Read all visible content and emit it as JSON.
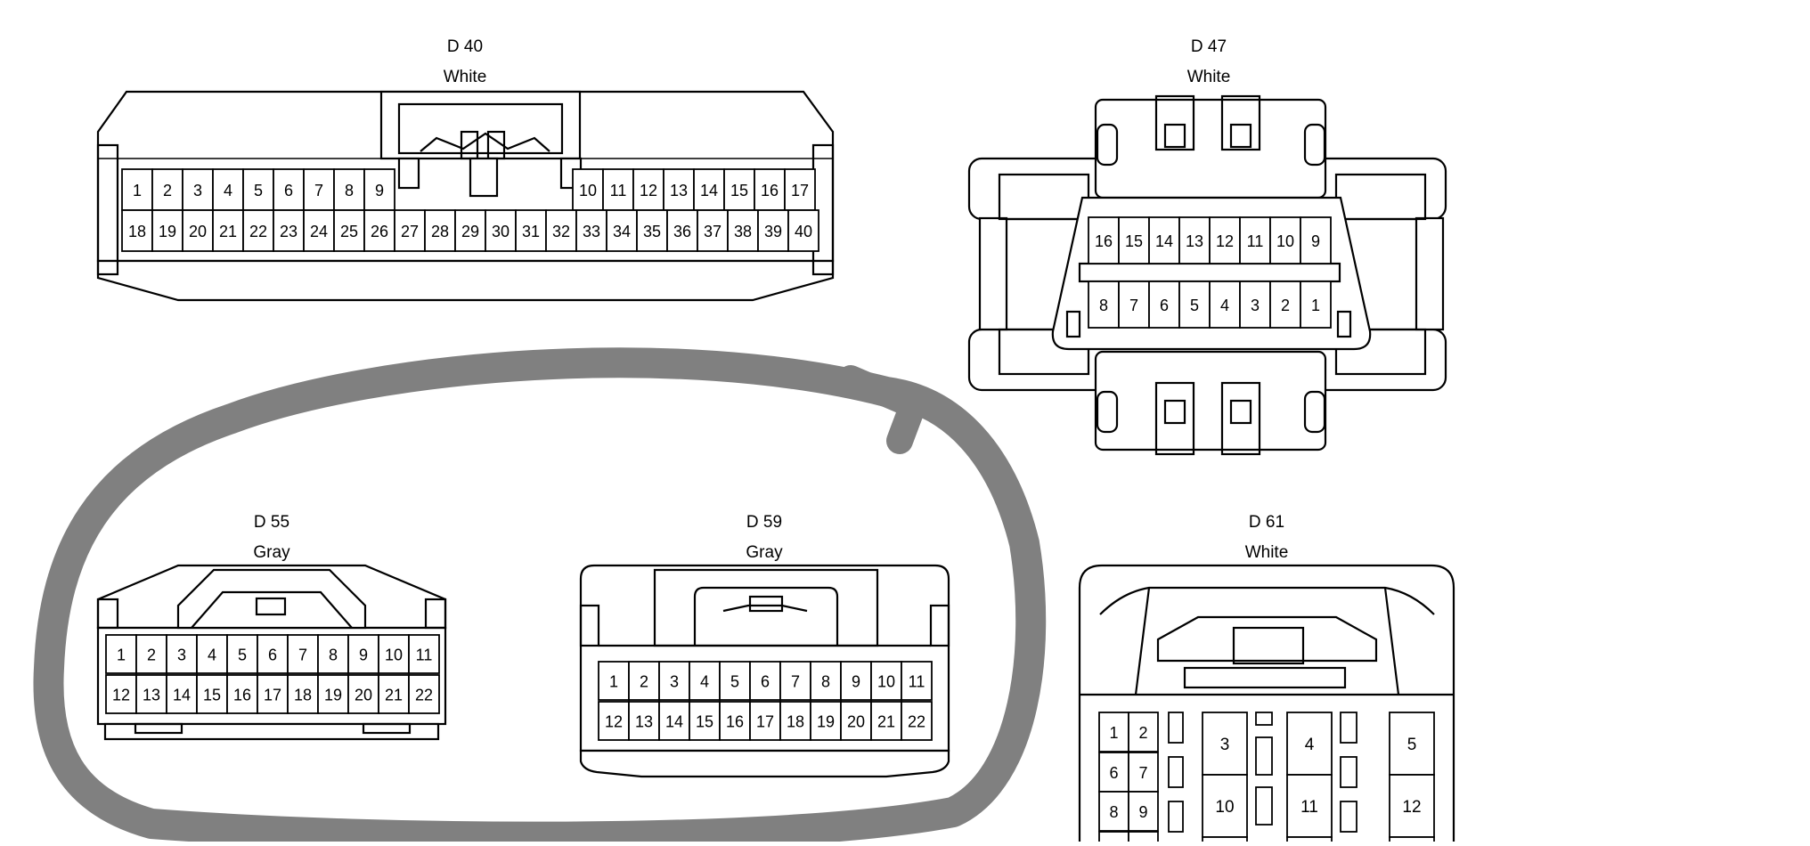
{
  "connectors": {
    "d40": {
      "code": "D 40",
      "color": "White"
    },
    "d47": {
      "code": "D 47",
      "color": "White"
    },
    "d55": {
      "code": "D 55",
      "color": "Gray"
    },
    "d59": {
      "code": "D 59",
      "color": "Gray"
    },
    "d61": {
      "code": "D 61",
      "color": "White"
    }
  },
  "pins": {
    "d40": {
      "top": [
        "1",
        "2",
        "3",
        "4",
        "5",
        "6",
        "7",
        "8",
        "9",
        "10",
        "11",
        "12",
        "13",
        "14",
        "15",
        "16",
        "17"
      ],
      "bottom": [
        "18",
        "19",
        "20",
        "21",
        "22",
        "23",
        "24",
        "25",
        "26",
        "27",
        "28",
        "29",
        "30",
        "31",
        "32",
        "33",
        "34",
        "35",
        "36",
        "37",
        "38",
        "39",
        "40"
      ]
    },
    "d47": {
      "top": [
        "16",
        "15",
        "14",
        "13",
        "12",
        "11",
        "10",
        "9"
      ],
      "bottom": [
        "8",
        "7",
        "6",
        "5",
        "4",
        "3",
        "2",
        "1"
      ]
    },
    "d55": {
      "top": [
        "1",
        "2",
        "3",
        "4",
        "5",
        "6",
        "7",
        "8",
        "9",
        "10",
        "11"
      ],
      "bottom": [
        "12",
        "13",
        "14",
        "15",
        "16",
        "17",
        "18",
        "19",
        "20",
        "21",
        "22"
      ]
    },
    "d59": {
      "top": [
        "1",
        "2",
        "3",
        "4",
        "5",
        "6",
        "7",
        "8",
        "9",
        "10",
        "11"
      ],
      "bottom": [
        "12",
        "13",
        "14",
        "15",
        "16",
        "17",
        "18",
        "19",
        "20",
        "21",
        "22"
      ]
    },
    "d61": {
      "small_pairs": [
        [
          "1",
          "2"
        ],
        [
          "6",
          "7"
        ],
        [
          "8",
          "9"
        ]
      ],
      "large": [
        "3",
        "4",
        "5",
        "10",
        "11",
        "12"
      ]
    }
  },
  "highlight": {
    "color": "#808080",
    "shape": "hand-drawn circle around D 55 and D 59"
  }
}
